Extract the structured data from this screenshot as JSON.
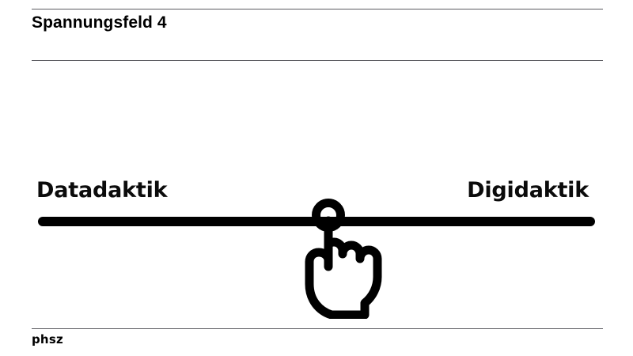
{
  "slide": {
    "title": "Spannungsfeld 4",
    "background_color": "#ffffff",
    "rule_color": "#5b5b60",
    "accent_color": "#000000"
  },
  "continuum": {
    "left_pole_label": "Datadaktik",
    "right_pole_label": "Digidaktik",
    "bar_color": "#000000",
    "marker": {
      "icon": "pointing-hand-icon",
      "position_percent": 52
    }
  },
  "footer": {
    "logo_text": "phsz"
  }
}
